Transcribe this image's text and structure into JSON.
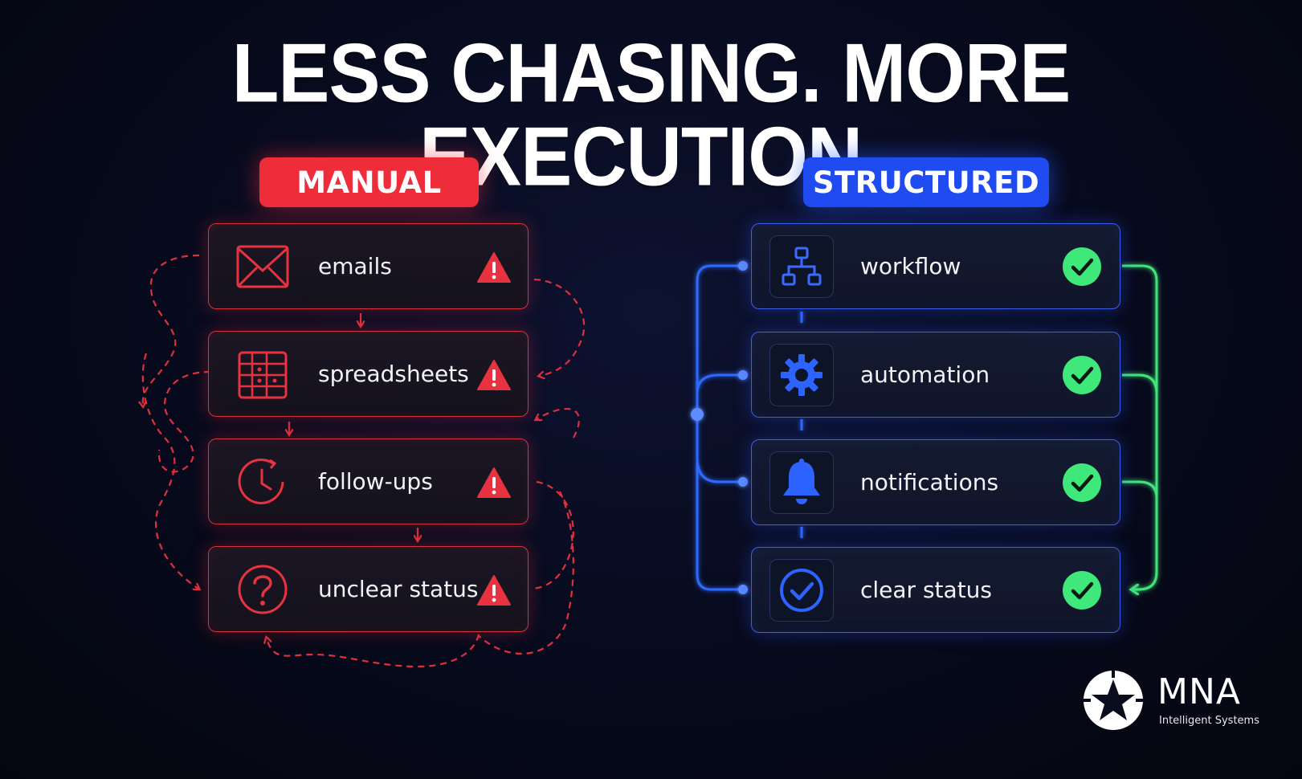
{
  "headline": "LESS CHASING. MORE EXECUTION.",
  "manual": {
    "label": "MANUAL",
    "items": [
      {
        "label": "emails",
        "icon": "envelope-icon"
      },
      {
        "label": "spreadsheets",
        "icon": "spreadsheet-icon"
      },
      {
        "label": "follow-ups",
        "icon": "clock-icon"
      },
      {
        "label": "unclear status",
        "icon": "question-icon"
      }
    ],
    "status_icon": "warning-icon",
    "color": "#ef2d3a"
  },
  "structured": {
    "label": "STRUCTURED",
    "items": [
      {
        "label": "workflow",
        "icon": "workflow-icon"
      },
      {
        "label": "automation",
        "icon": "gear-icon"
      },
      {
        "label": "notifications",
        "icon": "bell-icon"
      },
      {
        "label": "clear status",
        "icon": "check-circle-icon"
      }
    ],
    "status_icon": "check-icon",
    "color": "#1f4bf0",
    "check_color": "#3ee87a"
  },
  "logo": {
    "name": "MNA",
    "tagline": "Intelligent Systems"
  }
}
